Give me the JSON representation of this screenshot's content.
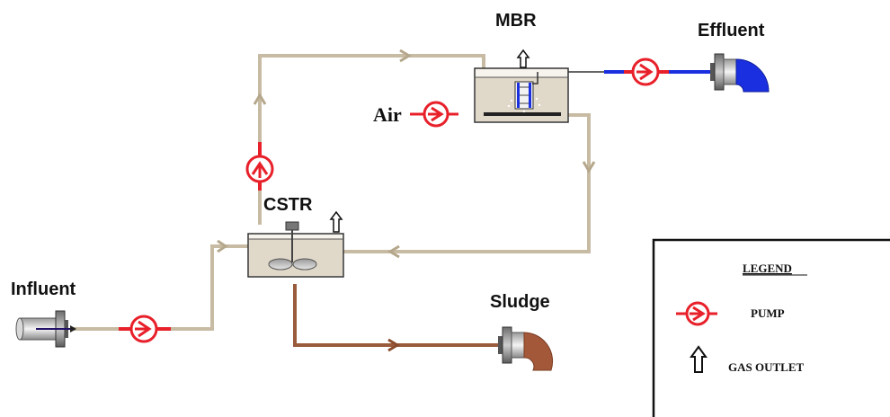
{
  "labels": {
    "mbr": "MBR",
    "effluent": "Effluent",
    "air": "Air",
    "cstr": "CSTR",
    "influent": "Influent",
    "sludge": "Sludge"
  },
  "legend": {
    "title": "LEGEND",
    "pump": "PUMP",
    "gas_outlet": "GAS OUTLET"
  },
  "colors": {
    "pipe": "#c8bba3",
    "pump": "#e8202a",
    "effluent_pipe": "#1a2fe0",
    "effluent_outlet": "#1a2fe0",
    "sludge_pipe": "#9a5a3c",
    "sludge_outlet": "#a4583a",
    "tank_fill": "#e0d8c8",
    "tank_border": "#333333"
  },
  "icons": [
    "pump-icon",
    "gas-outlet-icon",
    "pipe-inlet-icon",
    "pipe-outlet-icon",
    "flow-arrow-icon",
    "mixer-icon",
    "membrane-icon"
  ]
}
